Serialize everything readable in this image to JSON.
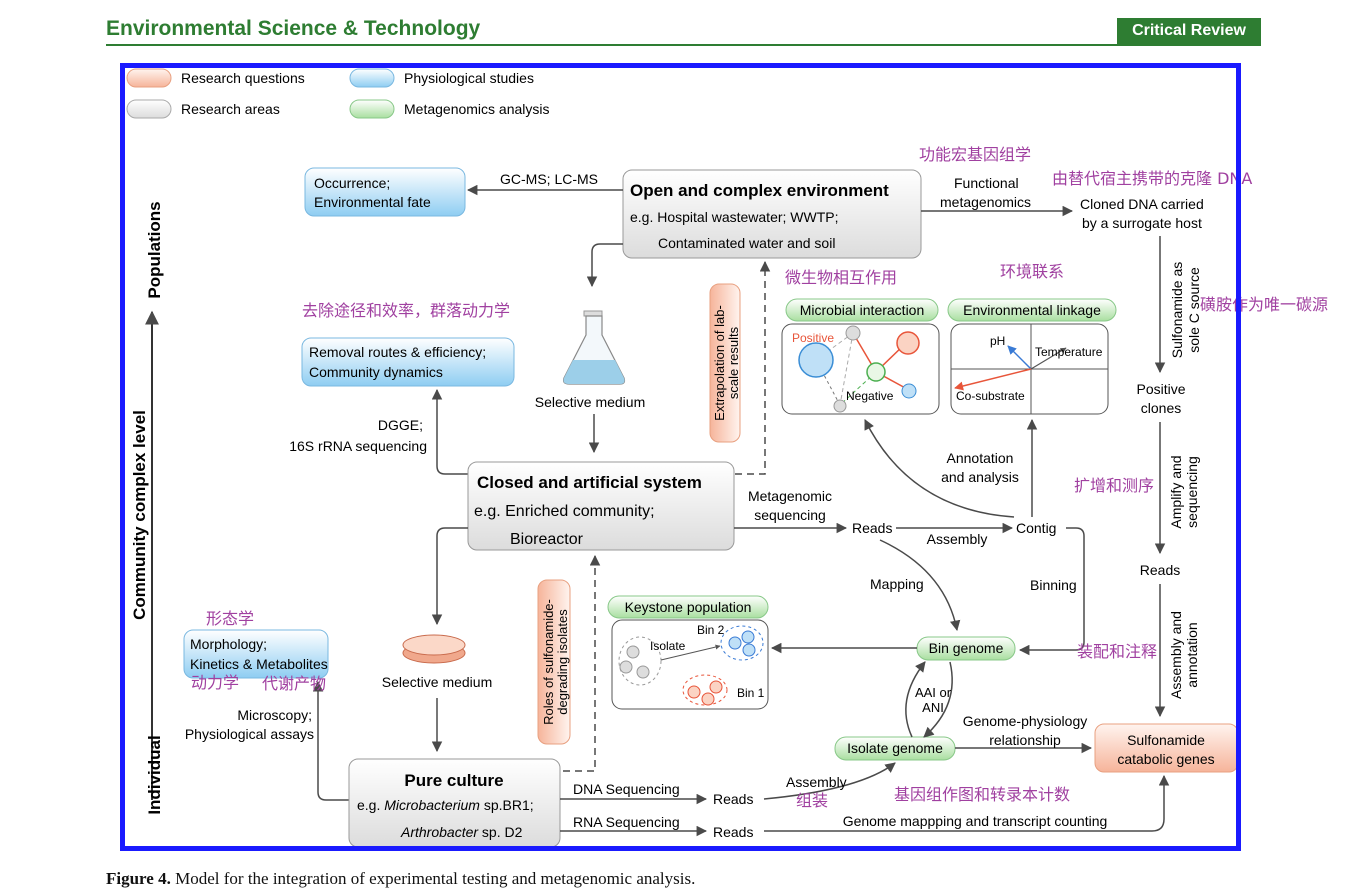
{
  "header": {
    "journal": "Environmental Science & Technology",
    "badge": "Critical Review"
  },
  "legend": {
    "q": "Research questions",
    "p": "Physiological studies",
    "a": "Research areas",
    "m": "Metagenomics analysis"
  },
  "axis": {
    "populations": "Populations",
    "complex": "Community complex level",
    "individual": "Individual"
  },
  "boxes": {
    "occ1": "Occurrence;",
    "occ2": "Environmental fate",
    "open_t": "Open and complex environment",
    "open_1": "e.g. Hospital wastewater; WWTP;",
    "open_2": "Contaminated water and soil",
    "rem1": "Removal routes & efficiency;",
    "rem2": "Community dynamics",
    "closed_t": "Closed and artificial system",
    "closed_1": "e.g. Enriched community;",
    "closed_2": "Bioreactor",
    "morph1": "Morphology;",
    "morph2": "Kinetics & Metabolites",
    "pure_t": "Pure culture",
    "pure_1a": "e.g. ",
    "pure_1b": "Microbacterium",
    "pure_1c": " sp.BR1;",
    "pure_2a": "Arthrobacter",
    "pure_2b": " sp. D2",
    "sulf1": "Sulfonamide",
    "sulf2": "catabolic genes",
    "extrap1": "Extrapolation of lab-",
    "extrap2": "scale results",
    "roles1": "Roles of sulfonamide-",
    "roles2": "degrading isolates",
    "microbial": "Microbial interaction",
    "envlink": "Environmental linkage",
    "keystone": "Keystone population",
    "bin_genome": "Bin genome",
    "isolate_genome": "Isolate genome"
  },
  "labels": {
    "gcms": "GC-MS; LC-MS",
    "func1": "Functional",
    "func2": "metagenomics",
    "clone1": "Cloned DNA carried",
    "clone2": "by a surrogate host",
    "sulfsrc1": "Sulfonamide as",
    "sulfsrc2": "sole C source",
    "pos1": "Positive",
    "pos2": "clones",
    "amp1": "Amplify and",
    "amp2": "sequencing",
    "reads": "Reads",
    "asm1": "Assembly and",
    "asm2": "annotation",
    "selective1": "Selective medium",
    "selective2": "Selective medium",
    "dgge1": "DGGE;",
    "dgge2": "16S rRNA sequencing",
    "metaseq1": "Metagenomic",
    "metaseq2": "sequencing",
    "assembly": "Assembly",
    "contig": "Contig",
    "annot1": "Annotation",
    "annot2": "and analysis",
    "mapping": "Mapping",
    "binning": "Binning",
    "aai1": "AAI or",
    "aai2": "ANI",
    "gp1": "Genome-physiology",
    "gp2": "relationship",
    "micro1": "Microscopy;",
    "micro2": "Physiological assays",
    "dnaseq": "DNA Sequencing",
    "rnaseq": "RNA Sequencing",
    "asm_small": "Assembly",
    "gmtc": "Genome mappping and transcript counting",
    "positive": "Positive",
    "negative": "Negative",
    "ph": "pH",
    "temperature": "Temperature",
    "cosub": "Co-substrate",
    "isolate": "Isolate",
    "bin1": "Bin 1",
    "bin2": "Bin 2"
  },
  "annotations_cn": {
    "c1": "功能宏基因组学",
    "c2": "由替代宿主携带的克隆 DNA",
    "c3": "微生物相互作用",
    "c4": "环境联系",
    "c5": "去除途径和效率，群落动力学",
    "c6": "磺胺作为唯一碳源",
    "c7": "扩增和测序",
    "c8": "形态学",
    "c9": "装配和注释",
    "c10": "动力学",
    "c11": "代谢产物",
    "c12": "组装",
    "c13": "基因组作图和转录本计数"
  },
  "caption": {
    "label": "Figure 4.",
    "text": " Model for the integration of experimental testing and metagenomic analysis."
  },
  "colors": {
    "brand": "#2e7d32",
    "frame": "#1a1aff",
    "annotation": "#a040a0",
    "arrow": "#4a4a4a"
  }
}
